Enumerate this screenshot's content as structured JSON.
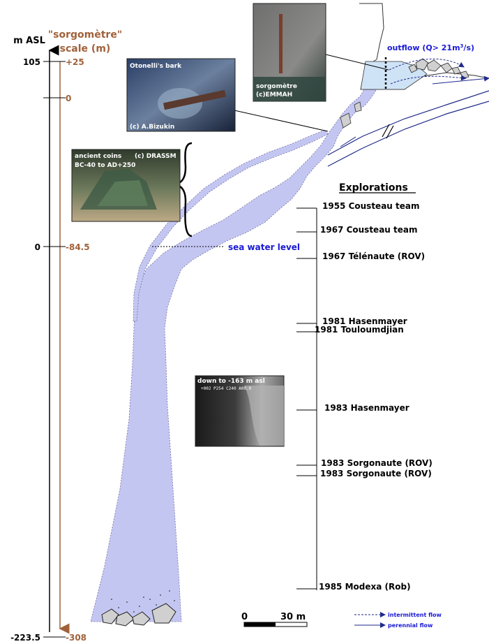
{
  "axes": {
    "asl_title": "m ASL",
    "sorgo_title_line1": "\"sorgomètre\"",
    "sorgo_title_line2": "scale (m)",
    "asl_ticks": [
      "105",
      "0",
      "-223.5"
    ],
    "sorgo_ticks": [
      "+25",
      "0",
      "-84.5",
      "-308"
    ]
  },
  "photos": {
    "otonelli_title": "Otonelli's bark",
    "otonelli_credit": "(c) A.Bizukin",
    "sorgometre_title": "sorgomètre",
    "sorgometre_credit": "(c)EMMAH",
    "coins_line1": "ancient coins",
    "coins_credit": "(c) DRASSM",
    "coins_line2": "BC-40 to AD+250",
    "deep_title": "down to -163 m asl",
    "deep_overlay": "+002 P254 C240 A00.0"
  },
  "labels": {
    "outflow_prefix": "outflow (Q> 21m",
    "outflow_sup": "3",
    "outflow_suffix": "/s)",
    "sea_level": "sea water level"
  },
  "explorations": {
    "heading": "Explorations",
    "items": [
      "1955 Cousteau team",
      "1967 Cousteau team",
      "1967 Télénaute (ROV)",
      "1981 Hasenmayer",
      "1981 Touloumdjian",
      "1983 Hasenmayer",
      "1983 Sorgonaute (ROV)",
      "1983 Sorgonaute (ROV)",
      "1985 Modexa (Rob)"
    ]
  },
  "scale_bar": {
    "zero": "0",
    "length": "30 m"
  },
  "legend": {
    "intermittent": "intermittent flow",
    "perennial": "perennial flow"
  },
  "colors": {
    "cave_fill": "#c4c6f2",
    "water_surface": "#cfe3f6",
    "flow": "#1f2a8a",
    "label_blue": "#1a1ad6",
    "sorgo_axis": "#a0613a",
    "boulder": "#d0d0d0"
  }
}
